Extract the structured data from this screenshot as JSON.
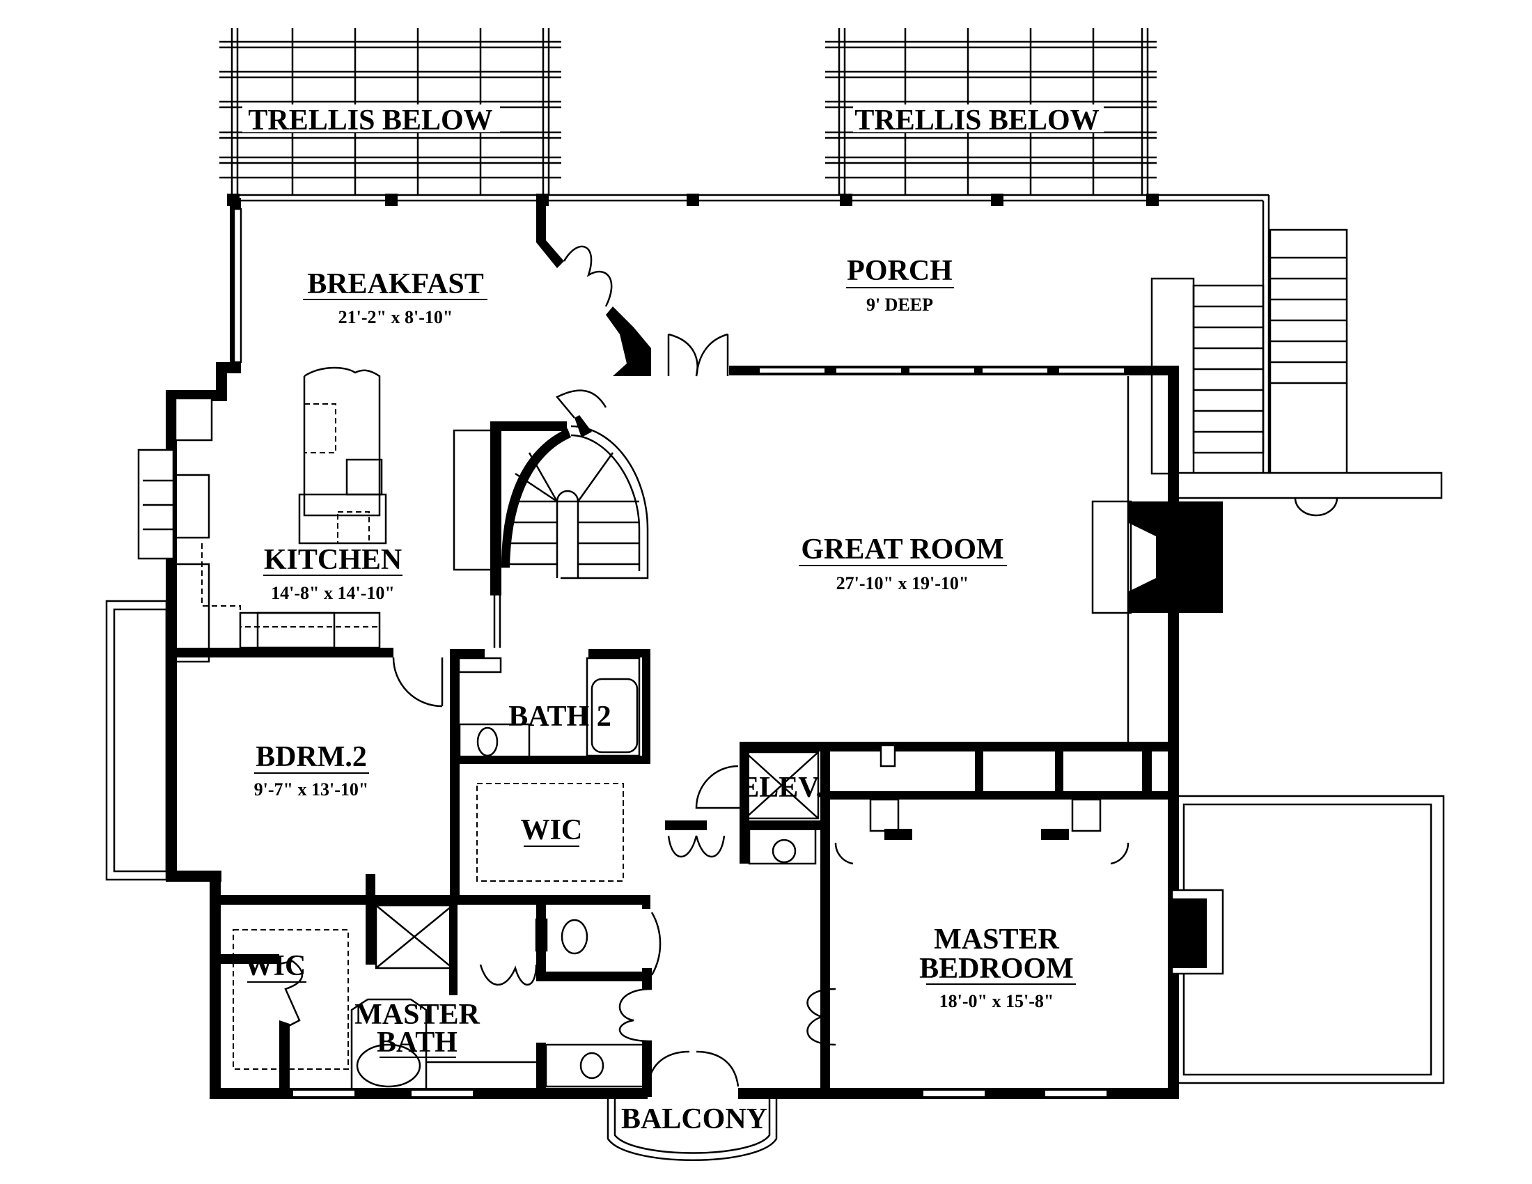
{
  "plan": {
    "trellis_left": "TRELLIS BELOW",
    "trellis_right": "TRELLIS BELOW",
    "rooms": [
      {
        "name": "BREAKFAST",
        "dims": "21'-2\" x 8'-10\""
      },
      {
        "name": "PORCH",
        "dims": "9' DEEP"
      },
      {
        "name": "KITCHEN",
        "dims": "14'-8\" x 14'-10\""
      },
      {
        "name": "GREAT ROOM",
        "dims": "27'-10\" x 19'-10\""
      },
      {
        "name": "BDRM.2",
        "dims": "9'-7\" x 13'-10\""
      },
      {
        "name": "MASTER",
        "name2": "BEDROOM",
        "dims": "18'-0\" x 15'-8\""
      },
      {
        "name": "MASTER",
        "name2": "BATH"
      },
      {
        "name": "BATH 2"
      },
      {
        "name": "WIC"
      },
      {
        "name": "WIC"
      },
      {
        "name": "ELEV."
      },
      {
        "name": "BALCONY"
      }
    ]
  },
  "colors": {
    "ink": "#000000",
    "paper": "#ffffff"
  }
}
